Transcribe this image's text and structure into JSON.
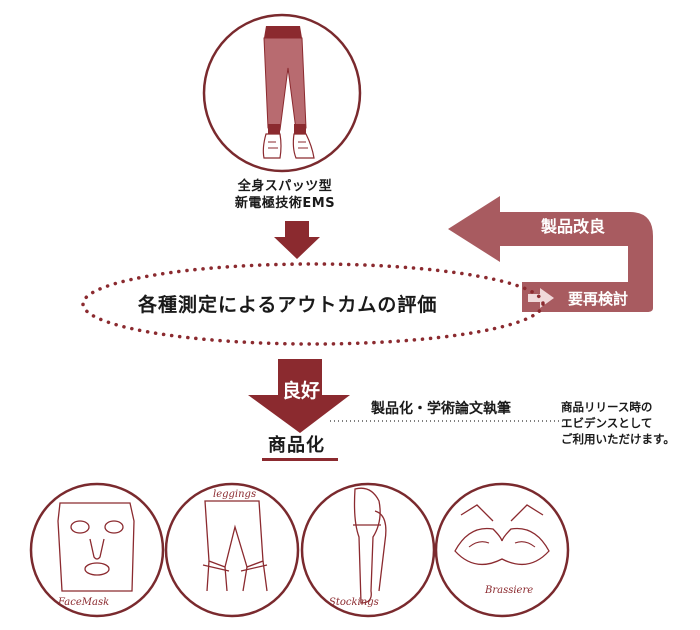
{
  "top_product": {
    "line1": "全身スパッツ型",
    "line2": "新電極技術EMS"
  },
  "evaluation": {
    "label": "各種測定によるアウトカムの評価"
  },
  "feedback": {
    "improve": "製品改良",
    "reconsider": "要再検討"
  },
  "result": {
    "good": "良好"
  },
  "productize": {
    "title": "商品化",
    "branch": "製品化・学術論文執筆",
    "note_line1": "商品リリース時の",
    "note_line2": "エビデンスとして",
    "note_line3": "ご利用いただけます。"
  },
  "products": [
    {
      "name": "face-mask",
      "script": "FaceMask"
    },
    {
      "name": "leggings",
      "script": "leggings"
    },
    {
      "name": "stockings",
      "script": "Stockings"
    },
    {
      "name": "brassiere",
      "script": "Brassiere"
    }
  ],
  "colors": {
    "accent": "#8b2a2f",
    "accent_light": "#b06065",
    "outline": "#7a2a2e"
  }
}
